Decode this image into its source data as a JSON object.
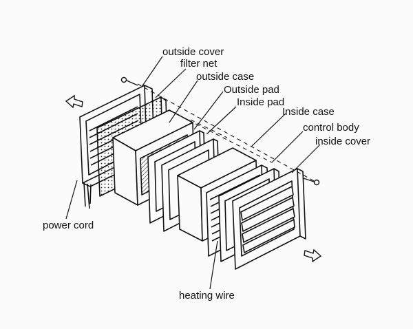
{
  "labels": {
    "outside_cover": "outside cover",
    "filter_net": "filter net",
    "outside_case": "outside case",
    "outside_pad": "Outside pad",
    "inside_pad": "Inside pad",
    "inside_case": "Inside case",
    "control_body": "control body",
    "inside_cover": "inside cover",
    "power_cord": "power cord",
    "heating_wire": "heating wire"
  },
  "icons": {
    "airflow_in": "hollow-arrow-left-icon",
    "airflow_out": "hollow-arrow-right-icon",
    "screw": "screw-icon"
  },
  "colors": {
    "ink": "#111111",
    "paper": "#fbfbfb"
  }
}
